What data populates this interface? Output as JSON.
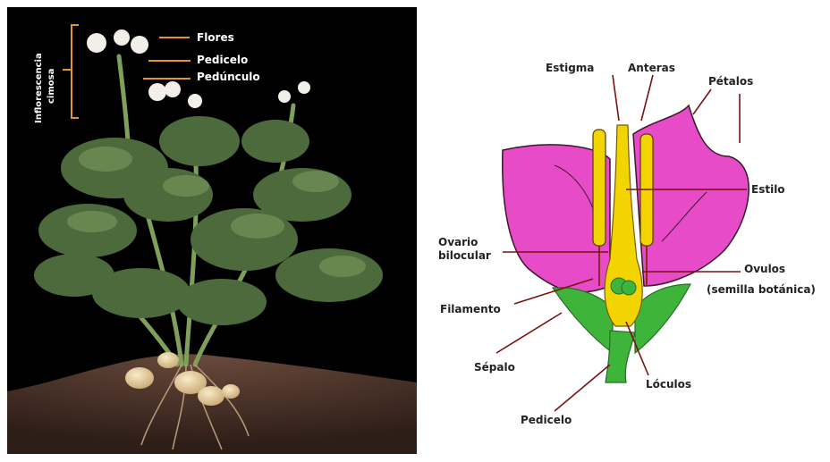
{
  "photo_panel": {
    "labels": {
      "flores": "Flores",
      "pedicelo": "Pedicelo",
      "pedunculo": "Pedúnculo",
      "inflorescencia": "Inflorescencia",
      "cimosa": "cimosa"
    }
  },
  "flower_panel": {
    "labels": {
      "estigma": "Estigma",
      "anteras": "Anteras",
      "petalos": "Pétalos",
      "estilo": "Estilo",
      "ovario_line1": "Ovario",
      "ovario_line2": "bilocular",
      "ovulos_line1": "Ovulos",
      "ovulos_line2": "(semilla botánica)",
      "filamento": "Filamento",
      "sepalo": "Sépalo",
      "loculos": "Lóculos",
      "pedicelo": "Pedicelo"
    }
  },
  "colors": {
    "photo_bg": "#000000",
    "label_line_orange": "#e0962a",
    "petal": "#e74bc7",
    "petal_outline": "#3a1a2a",
    "stamen_yellow": "#f2d400",
    "sepal_green": "#3fb43a",
    "leader_line": "#7a1010",
    "soil": "#4a3028"
  }
}
